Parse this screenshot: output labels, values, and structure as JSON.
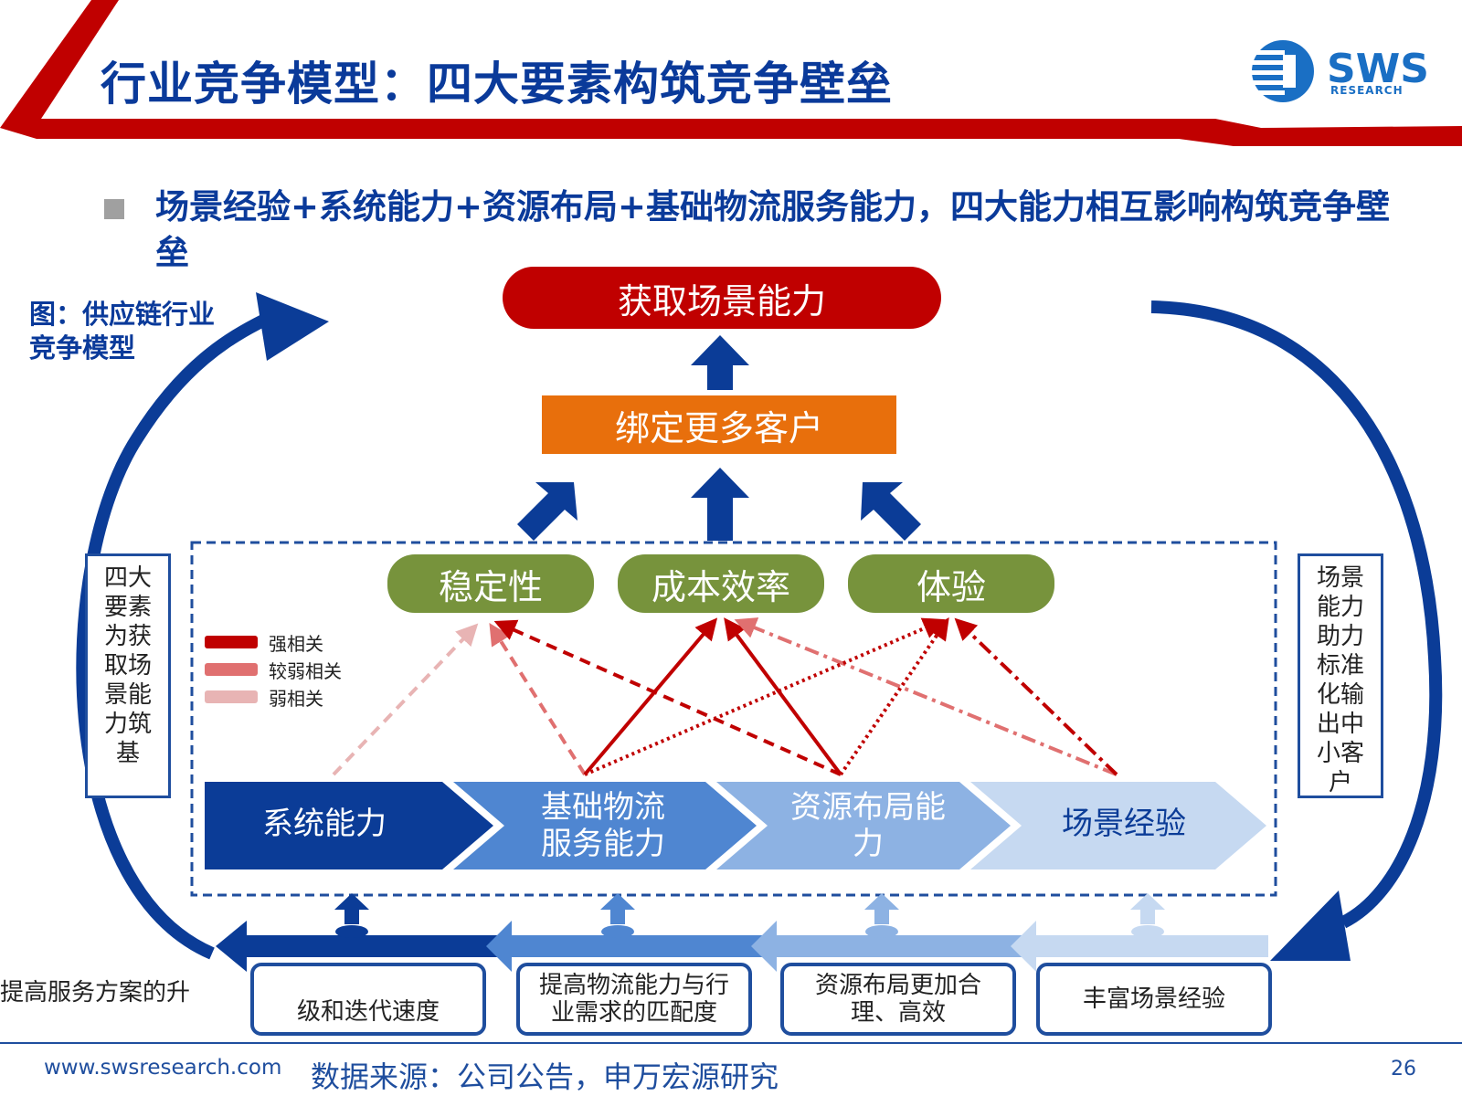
{
  "header": {
    "title": "行业竞争模型：四大要素构筑竞争壁垒",
    "logo_text": "SWS",
    "logo_sub": "RESEARCH"
  },
  "bullet": {
    "text": "场景经验+系统能力+资源布局+基础物流服务能力，四大能力相互影响构筑竞争壁垒"
  },
  "figure_caption": "图：供应链行业竞争模型",
  "diagram": {
    "top_goal": "获取场景能力",
    "mid_goal": "绑定更多客户",
    "outcomes": [
      "稳定性",
      "成本效率",
      "体验"
    ],
    "legend": [
      {
        "label": "强相关",
        "color": "#c00000"
      },
      {
        "label": "较弱相关",
        "color": "#e07070"
      },
      {
        "label": "弱相关",
        "color": "#e8b4b4"
      }
    ],
    "factors": [
      {
        "label": "系统能力",
        "color": "#0b3c97"
      },
      {
        "label": "基础物流服务能力",
        "color": "#4f86d1"
      },
      {
        "label": "资源布局能力",
        "color": "#8db2e3"
      },
      {
        "label": "场景经验",
        "color": "#c6d9f1"
      }
    ],
    "left_side": "四大要素为获取场景能力筑基",
    "right_side": "场景能力助力标准化输出中小客户",
    "left_cut_text": "提高服务方案的升",
    "bottom_boxes": [
      "级和迭代速度",
      "提高物流能力与行业需求的匹配度",
      "资源布局更加合理、高效",
      "丰富场景经验"
    ]
  },
  "footer": {
    "url": "www.swsresearch.com",
    "source": "数据来源：公司公告，申万宏源研究",
    "page": "26"
  },
  "colors": {
    "brand_blue": "#0a3a9a",
    "red": "#c00000",
    "orange": "#e86f0c",
    "green": "#77933c"
  }
}
